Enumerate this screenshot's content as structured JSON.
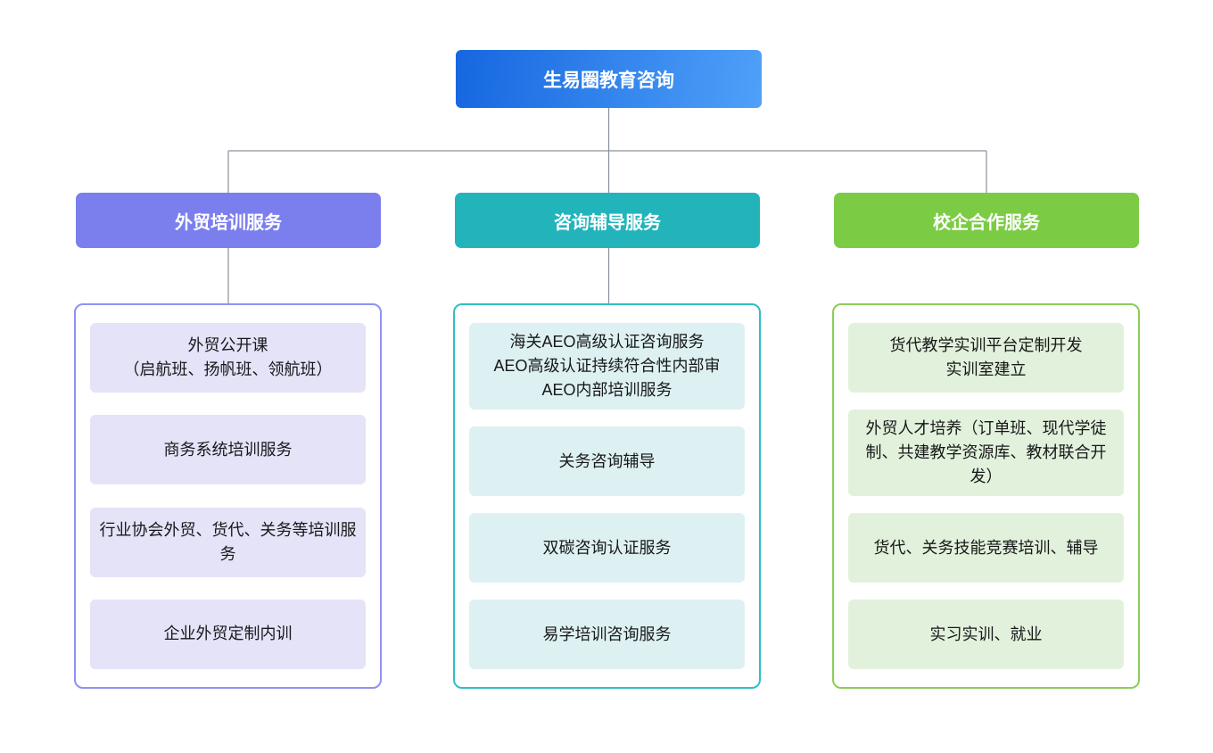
{
  "root": {
    "label": "生易圈教育咨询"
  },
  "colors": {
    "root_gradient_start": "#1667e0",
    "root_gradient_end": "#4fa0f8",
    "branch_training_header": "#7b7fee",
    "branch_consulting_header": "#23b4bb",
    "branch_school_enterprise_header": "#7ccb45",
    "branch_training_item_bg": "#e4e3f8",
    "branch_consulting_item_bg": "#def1f2",
    "branch_school_enterprise_item_bg": "#e2f1db",
    "connector_line": "#8a929c"
  },
  "branches": [
    {
      "label": "外贸培训服务",
      "items": [
        "外贸公开课\n（启航班、扬帆班、领航班）",
        "商务系统培训服务",
        "行业协会外贸、货代、关务等培训服务",
        "企业外贸定制内训"
      ]
    },
    {
      "label": "咨询辅导服务",
      "items": [
        "海关AEO高级认证咨询服务\nAEO高级认证持续符合性内部审\nAEO内部培训服务",
        "关务咨询辅导",
        "双碳咨询认证服务",
        "易学培训咨询服务"
      ]
    },
    {
      "label": "校企合作服务",
      "items": [
        "货代教学实训平台定制开发\n实训室建立",
        "外贸人才培养（订单班、现代学徒制、共建教学资源库、教材联合开发）",
        "货代、关务技能竞赛培训、辅导",
        "实习实训、就业"
      ]
    }
  ]
}
